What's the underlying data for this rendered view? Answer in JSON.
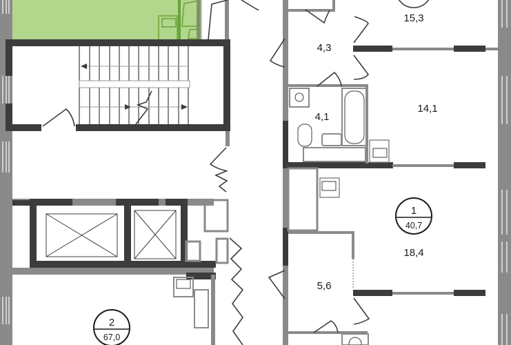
{
  "colors": {
    "highlight": "#b2d68c",
    "highlight_wall": "#6aa33a",
    "wall_dark": "#3c3c3c",
    "wall_light": "#8a8a8a"
  },
  "rooms": {
    "room_15_3": "15,3",
    "hall_4_3": "4,3",
    "bath_4_1": "4,1",
    "room_14_1": "14,1",
    "room_18_4": "18,4",
    "hall_5_6": "5,6"
  },
  "apartments": [
    {
      "number": "1",
      "area": "40,7"
    },
    {
      "number": "2",
      "area": "67,0"
    }
  ]
}
